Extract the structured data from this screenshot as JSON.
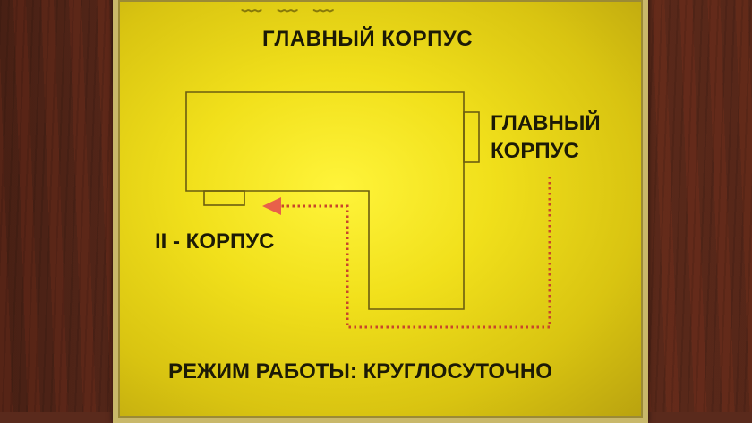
{
  "sign": {
    "title": "ГЛАВНЫЙ КОРПУС",
    "main_building_label": "ГЛАВНЫЙ\nКОРПУС",
    "building_two_label": "II - КОРПУС",
    "hours": "РЕЖИМ РАБОТЫ: КРУГЛОСУТОЧНО"
  },
  "colors": {
    "plate": "#f1e01b",
    "text": "#1c1a06",
    "route": "#c8452a"
  }
}
